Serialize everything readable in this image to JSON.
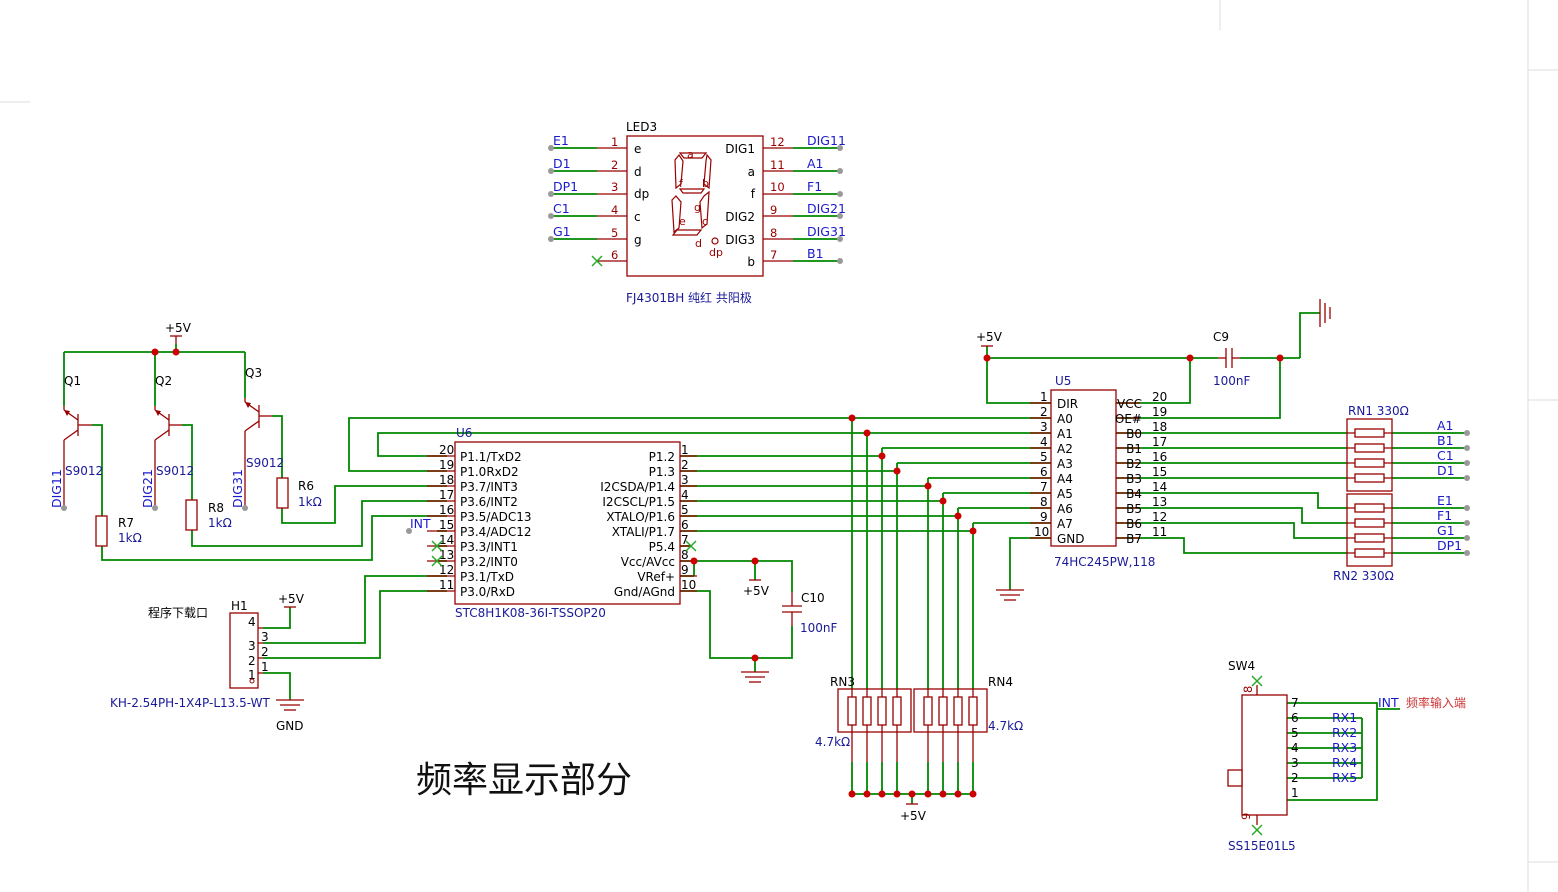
{
  "title": "频率显示部分",
  "colors": {
    "wire": "#008800",
    "component": "#990000",
    "net_label": "#1a1acc",
    "junction": "#cc0000",
    "background": "#ffffff"
  },
  "led3": {
    "designator": "LED3",
    "value": "FJ4301BH 纯红 共阳极",
    "left_pins": [
      {
        "num": "1",
        "name": "e",
        "net": "E1"
      },
      {
        "num": "2",
        "name": "d",
        "net": "D1"
      },
      {
        "num": "3",
        "name": "dp",
        "net": "DP1"
      },
      {
        "num": "4",
        "name": "c",
        "net": "C1"
      },
      {
        "num": "5",
        "name": "g",
        "net": "G1"
      },
      {
        "num": "6",
        "name": "",
        "net": ""
      }
    ],
    "right_pins": [
      {
        "num": "12",
        "name": "DIG1",
        "net": "DIG11"
      },
      {
        "num": "11",
        "name": "a",
        "net": "A1"
      },
      {
        "num": "10",
        "name": "f",
        "net": "F1"
      },
      {
        "num": "9",
        "name": "DIG2",
        "net": "DIG21"
      },
      {
        "num": "8",
        "name": "DIG3",
        "net": "DIG31"
      },
      {
        "num": "7",
        "name": "b",
        "net": "B1"
      }
    ],
    "segments": [
      "a",
      "b",
      "c",
      "d",
      "e",
      "f",
      "g",
      "dp"
    ]
  },
  "u6": {
    "designator": "U6",
    "value": "STC8H1K08-36I-TSSOP20",
    "left_pins": [
      {
        "num": "20",
        "name": "P1.1/TxD2"
      },
      {
        "num": "19",
        "name": "P1.0RxD2"
      },
      {
        "num": "18",
        "name": "P3.7/INT3"
      },
      {
        "num": "17",
        "name": "P3.6/INT2"
      },
      {
        "num": "16",
        "name": "P3.5/ADC13"
      },
      {
        "num": "15",
        "name": "P3.4/ADC12"
      },
      {
        "num": "14",
        "name": "P3.3/INT1"
      },
      {
        "num": "13",
        "name": "P3.2/INT0"
      },
      {
        "num": "12",
        "name": "P3.1/TxD"
      },
      {
        "num": "11",
        "name": "P3.0/RxD"
      }
    ],
    "right_pins": [
      {
        "num": "1",
        "name": "P1.2"
      },
      {
        "num": "2",
        "name": "P1.3"
      },
      {
        "num": "3",
        "name": "I2CSDA/P1.4"
      },
      {
        "num": "4",
        "name": "I2CSCL/P1.5"
      },
      {
        "num": "5",
        "name": "XTALO/P1.6"
      },
      {
        "num": "6",
        "name": "XTALI/P1.7"
      },
      {
        "num": "7",
        "name": "P5.4"
      },
      {
        "num": "8",
        "name": "Vcc/AVcc"
      },
      {
        "num": "9",
        "name": "VRef+"
      },
      {
        "num": "10",
        "name": "Gnd/AGnd"
      }
    ],
    "net_int": "INT"
  },
  "u5": {
    "designator": "U5",
    "value": "74HC245PW,118",
    "left_pins": [
      {
        "num": "1",
        "name": "DIR"
      },
      {
        "num": "2",
        "name": "A0"
      },
      {
        "num": "3",
        "name": "A1"
      },
      {
        "num": "4",
        "name": "A2"
      },
      {
        "num": "5",
        "name": "A3"
      },
      {
        "num": "6",
        "name": "A4"
      },
      {
        "num": "7",
        "name": "A5"
      },
      {
        "num": "8",
        "name": "A6"
      },
      {
        "num": "9",
        "name": "A7"
      },
      {
        "num": "10",
        "name": "GND"
      }
    ],
    "right_pins": [
      {
        "num": "20",
        "name": "VCC"
      },
      {
        "num": "19",
        "name": "OE#"
      },
      {
        "num": "18",
        "name": "B0"
      },
      {
        "num": "17",
        "name": "B1"
      },
      {
        "num": "16",
        "name": "B2"
      },
      {
        "num": "15",
        "name": "B3"
      },
      {
        "num": "14",
        "name": "B4"
      },
      {
        "num": "13",
        "name": "B5"
      },
      {
        "num": "12",
        "name": "B6"
      },
      {
        "num": "11",
        "name": "B7"
      }
    ]
  },
  "transistors": [
    {
      "designator": "Q1",
      "value": "S9012",
      "net": "DIG11"
    },
    {
      "designator": "Q2",
      "value": "S9012",
      "net": "DIG21"
    },
    {
      "designator": "Q3",
      "value": "S9012",
      "net": "DIG31"
    }
  ],
  "resistors": [
    {
      "designator": "R6",
      "value": "1kΩ"
    },
    {
      "designator": "R7",
      "value": "1kΩ"
    },
    {
      "designator": "R8",
      "value": "1kΩ"
    }
  ],
  "c9": {
    "designator": "C9",
    "value": "100nF"
  },
  "c10": {
    "designator": "C10",
    "value": "100nF"
  },
  "rn1": {
    "designator": "RN1 330Ω",
    "nets": [
      "A1",
      "B1",
      "C1",
      "D1"
    ]
  },
  "rn2": {
    "designator": "RN2 330Ω",
    "nets": [
      "E1",
      "F1",
      "G1",
      "DP1"
    ]
  },
  "rn3": {
    "designator": "RN3",
    "value": "4.7kΩ"
  },
  "rn4": {
    "designator": "RN4",
    "value": "4.7kΩ"
  },
  "h1": {
    "designator": "H1",
    "value": "KH-2.54PH-1X4P-L13.5-WT",
    "label": "程序下载口",
    "pins": [
      "4",
      "3",
      "2",
      "1"
    ]
  },
  "sw4": {
    "designator": "SW4",
    "value": "SS15E01L5",
    "label": "频率输入端",
    "net_int": "INT",
    "pins": [
      "7",
      "6",
      "5",
      "4",
      "3",
      "2",
      "1"
    ],
    "nets": [
      "RX1",
      "RX2",
      "RX3",
      "RX4",
      "RX5"
    ],
    "top_pin": "8",
    "bottom_pin": "9"
  },
  "power": {
    "vcc": "+5V",
    "gnd": "GND"
  }
}
